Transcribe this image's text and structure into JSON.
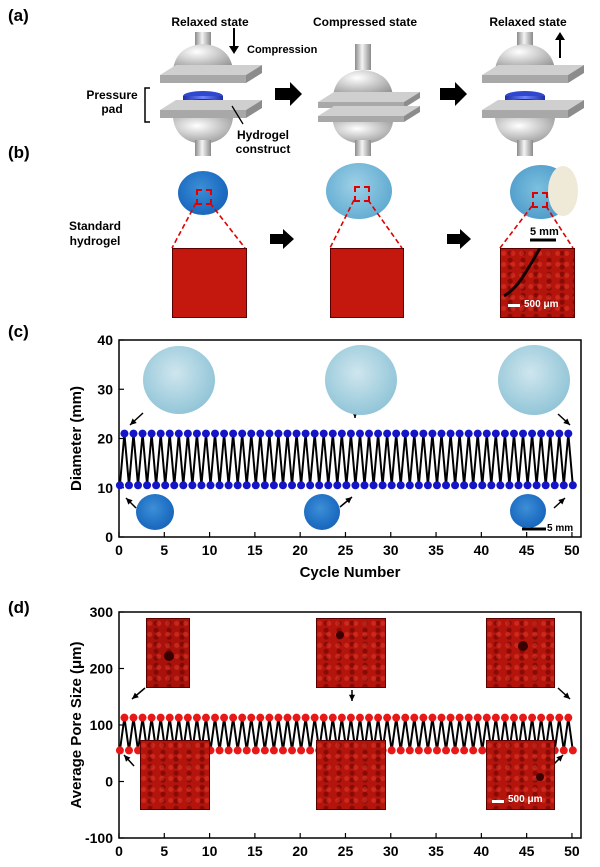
{
  "panels": {
    "a": {
      "label": "(a)",
      "states": [
        "Relaxed state",
        "Compressed state",
        "Relaxed state"
      ],
      "compression": "Compression",
      "pressure_pad": [
        "Pressure",
        "pad"
      ],
      "hydrogel_construct": [
        "Hydrogel",
        "construct"
      ]
    },
    "b": {
      "label": "(b)",
      "side_label": [
        "Standard",
        "hydrogel"
      ],
      "scale_macro": "5 mm",
      "scale_micro": "500 μm"
    },
    "c": {
      "label": "(c)",
      "scale": "5 mm"
    },
    "d": {
      "label": "(d)",
      "scale": "500 μm"
    }
  },
  "colors": {
    "diameter_marker": "#1515c8",
    "pore_marker": "#e81818",
    "line": "#000000",
    "accent_box": "#e00000"
  },
  "chart_data": [
    {
      "type": "line",
      "panel": "(c)",
      "xlabel": "Cycle Number",
      "ylabel": "Diameter (mm)",
      "xlim": [
        0,
        51
      ],
      "ylim": [
        0,
        40
      ],
      "xticks": [
        0,
        5,
        10,
        15,
        20,
        25,
        30,
        35,
        40,
        45,
        50
      ],
      "yticks": [
        0,
        10,
        20,
        30,
        40
      ],
      "series": [
        {
          "high": 21,
          "low": 10.5,
          "cycles": 50
        }
      ],
      "annotated_cycles": [
        1,
        26,
        50
      ]
    },
    {
      "type": "line",
      "panel": "(d)",
      "xlabel": "Cycle Number",
      "ylabel": "Average Pore Size (μm)",
      "xlim": [
        0,
        51
      ],
      "ylim": [
        -100,
        300
      ],
      "xticks": [
        0,
        5,
        10,
        15,
        20,
        25,
        30,
        35,
        40,
        45,
        50
      ],
      "yticks": [
        -100,
        0,
        100,
        200,
        300
      ],
      "series": [
        {
          "high": 113,
          "low": 55,
          "cycles": 50
        }
      ],
      "annotated_cycles": [
        1,
        26,
        50
      ]
    }
  ]
}
